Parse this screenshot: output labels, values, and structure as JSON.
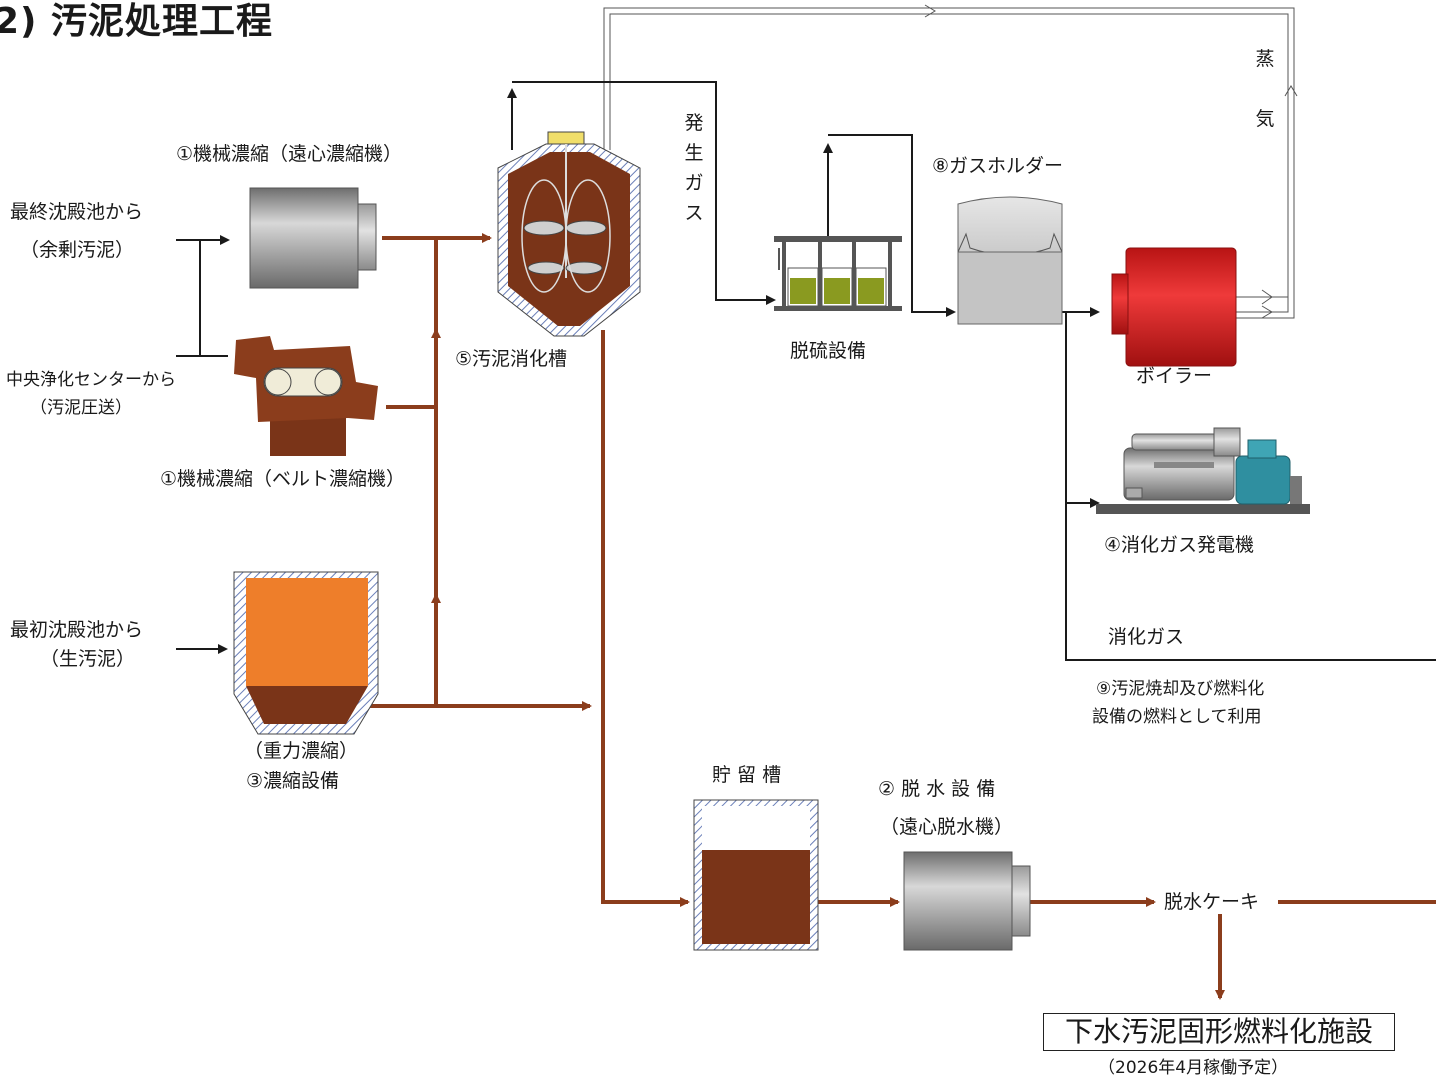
{
  "title": "2) 汚泥処理工程",
  "labels": {
    "final_sed_from": "最終沈殿池から",
    "excess_sludge": "（余剰汚泥）",
    "central_from": "中央浄化センターから",
    "sludge_pumped": "（汚泥圧送）",
    "first_sed_from": "最初沈殿池から",
    "raw_sludge": "（生汚泥）",
    "mech_thick_centrifuge": "①機械濃縮（遠心濃縮機）",
    "mech_thick_belt": "①機械濃縮（ベルト濃縮機）",
    "gravity_thick": "（重力濃縮）",
    "thickening_equipment": "③濃縮設備",
    "digester": "⑤汚泥消化槽",
    "generated_gas": "発\n生\nガ\nス",
    "desulfurization": "脱硫設備",
    "gas_holder": "⑧ガスホルダー",
    "steam": "蒸\n\n気",
    "boiler": "ボイラー",
    "generator": "④消化ガス発電機",
    "digestion_gas": "消化ガス",
    "incineration_line1": "⑨汚泥焼却及び燃料化",
    "incineration_line2": "設備の燃料として利用",
    "storage_tank": "貯 留 槽",
    "dewatering": "② 脱 水 設 備",
    "dewatering_sub": "（遠心脱水機）",
    "dewatered_cake": "脱水ケーキ",
    "fuel_facility": "下水汚泥固形燃料化施設",
    "fuel_facility_note": "（2026年4月稼働予定）"
  },
  "colors": {
    "sludge_line": "#8b3d1c",
    "sludge_fill": "#7a3418",
    "gravity_orange": "#ee7e2a",
    "boiler_red": "#d62020",
    "machine_gray": "#8f8f8f",
    "generator_teal": "#2f8fa0",
    "gas_line": "#1a1a1a"
  }
}
